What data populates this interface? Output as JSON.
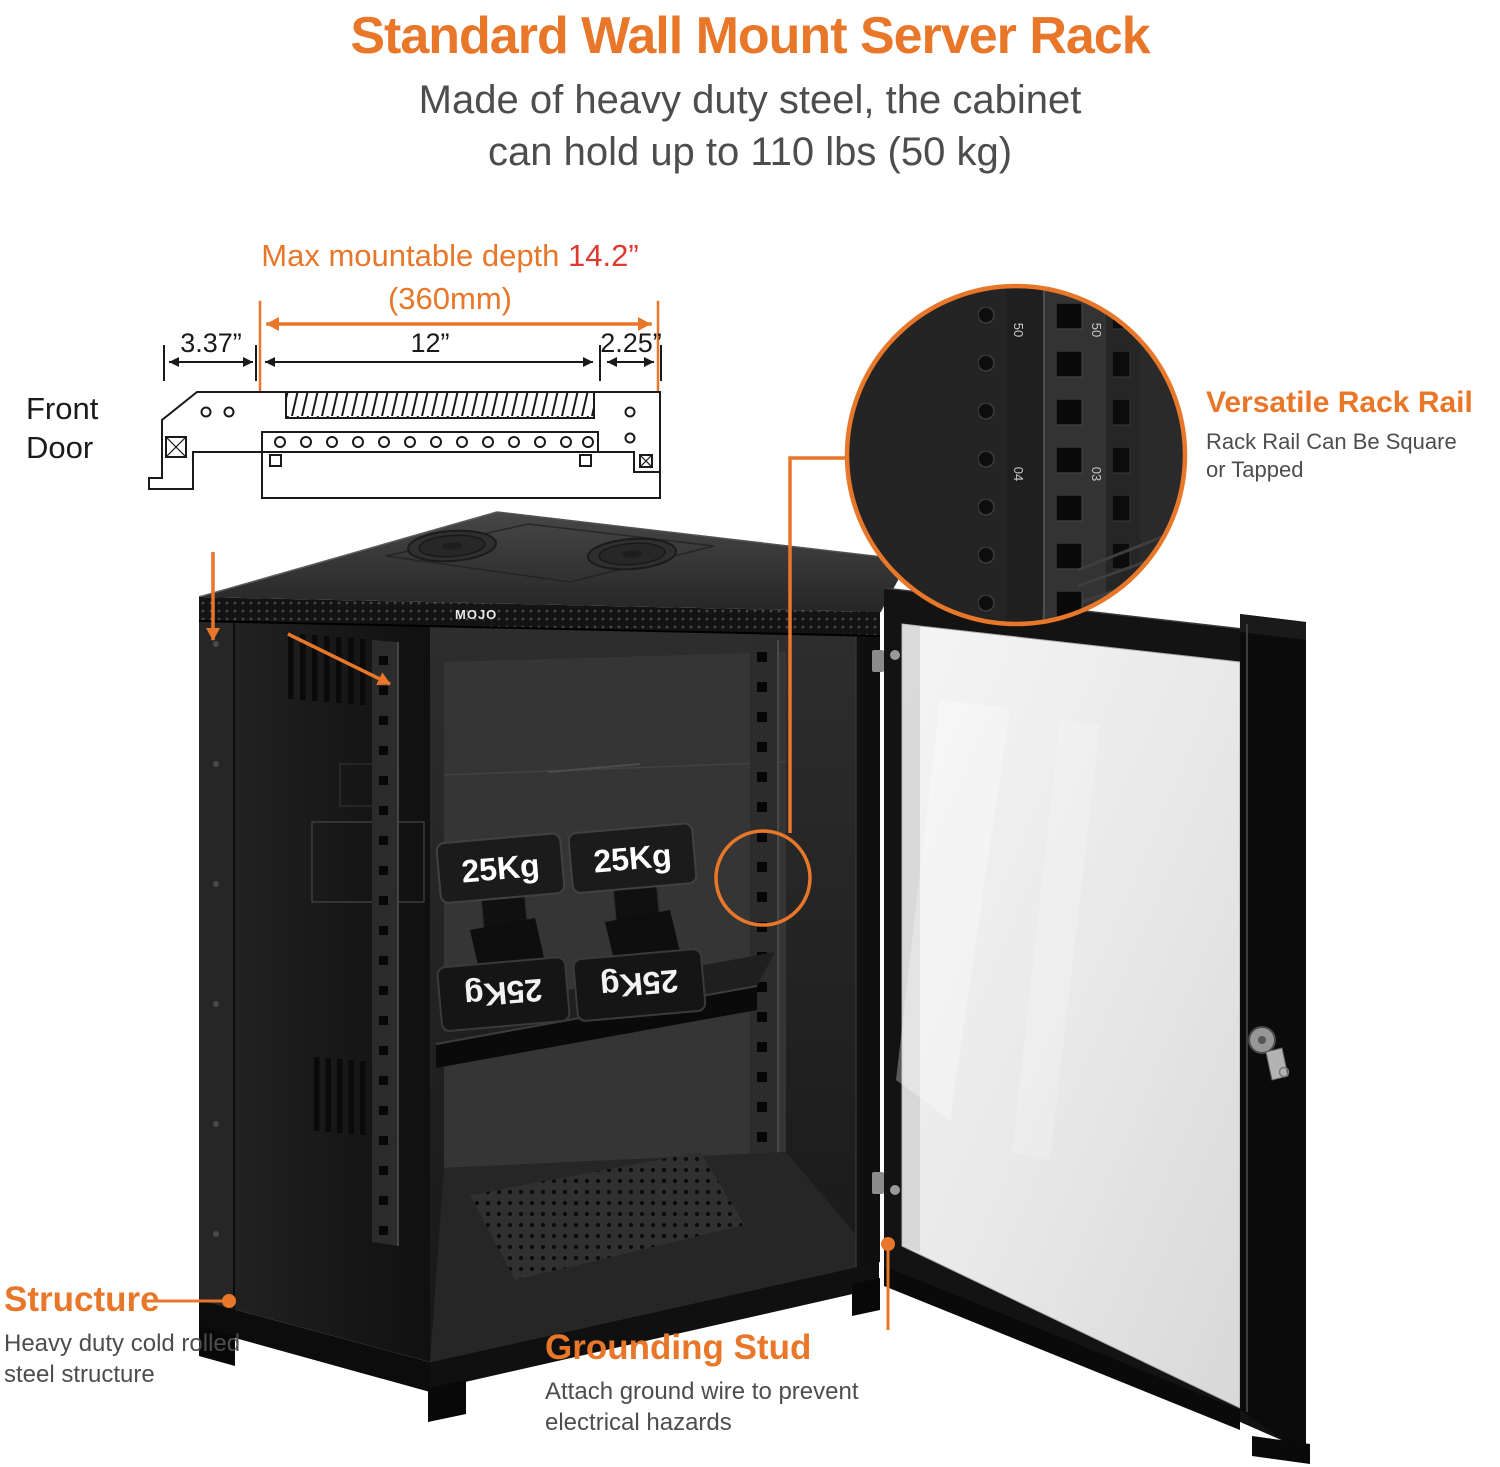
{
  "colors": {
    "accent": "#E8772A",
    "red": "#DE3B30",
    "text_gray": "#4D4D4F",
    "black": "#1A1A1A"
  },
  "header": {
    "title": "Standard Wall Mount Server Rack",
    "subtitle_line1": "Made of heavy duty steel, the cabinet",
    "subtitle_line2": "can hold up to 110 lbs (50 kg)"
  },
  "depth_diagram": {
    "label_prefix": "Max mountable depth ",
    "depth_value": "14.2”",
    "depth_mm": "(360mm)",
    "dim_left": "3.37”",
    "dim_mid": "12”",
    "dim_right": "2.25”",
    "front_door_line1": "Front",
    "front_door_line2": "Door"
  },
  "rail_callout": {
    "title": "Versatile Rack Rail",
    "desc_line1": "Rack Rail Can Be Square",
    "desc_line2": "or Tapped",
    "markings": [
      "50",
      "50",
      "04",
      "03"
    ]
  },
  "cabinet": {
    "brand": "MOJO",
    "weight_label": "25Kg"
  },
  "structure_callout": {
    "title": "Structure",
    "desc_line1": "Heavy duty cold rolled",
    "desc_line2": "steel structure"
  },
  "grounding_callout": {
    "title": "Grounding Stud",
    "desc_line1": "Attach ground wire to prevent",
    "desc_line2": "electrical hazards"
  }
}
